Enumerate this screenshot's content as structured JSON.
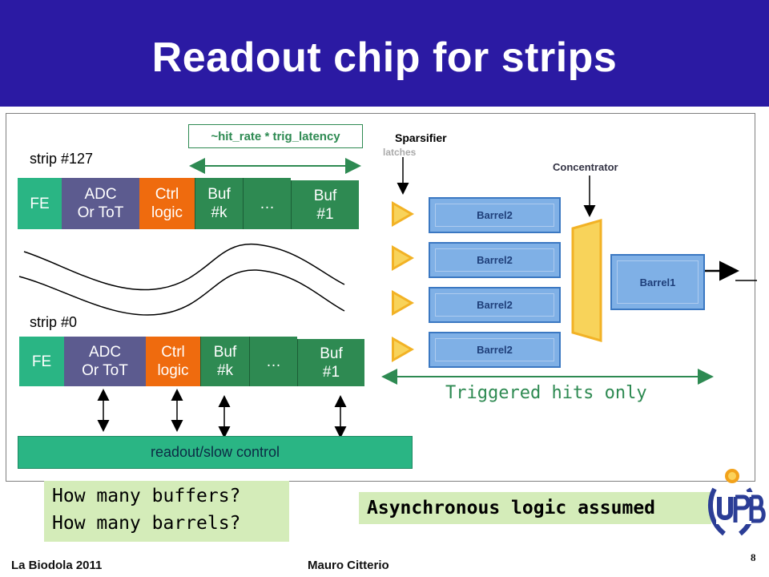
{
  "slide": {
    "title": "Readout chip for strips",
    "footer_left": "La Biodola 2011",
    "footer_center": "Mauro Citterio",
    "page_number": "8"
  },
  "diagram": {
    "latency_label": "~hit_rate * trig_latency",
    "strip_top_label": "strip #127",
    "strip_bottom_label": "strip #0",
    "chain_top": {
      "fe": "FE",
      "adc_line1": "ADC",
      "adc_line2": "Or ToT",
      "ctrl_line1": "Ctrl",
      "ctrl_line2": "logic",
      "buf_k_line1": "Buf",
      "buf_k_line2": "#k",
      "ellipsis": "…",
      "buf_1_line1": "Buf",
      "buf_1_line2": "#1"
    },
    "chain_bottom": {
      "fe": "FE",
      "adc_line1": "ADC",
      "adc_line2": "Or ToT",
      "ctrl_line1": "Ctrl",
      "ctrl_line2": "logic",
      "buf_k_line1": "Buf",
      "buf_k_line2": "#k",
      "ellipsis": "…",
      "buf_1_line1": "Buf",
      "buf_1_line2": "#1"
    },
    "readout_label": "readout/slow control",
    "sparsifier_label": "Sparsifier",
    "sparsifier_ghost": "latches",
    "concentrator_label": "Concentrator",
    "barrels": [
      "Barrel2",
      "Barrel2",
      "Barrel2",
      "Barrel2"
    ],
    "barrel_out": "Barrel1",
    "triggered_label": "Triggered hits only"
  },
  "notes": {
    "question_1": "How many buffers?",
    "question_2": "How many barrels?",
    "async": "Asynchronous logic assumed"
  },
  "colors": {
    "title_bar": "#2b1aa3",
    "fe": "#2ab584",
    "adc": "#5c5b8f",
    "ctrl": "#ef6b0e",
    "buf": "#2e8a52",
    "note_bg": "#d4ecb9"
  }
}
